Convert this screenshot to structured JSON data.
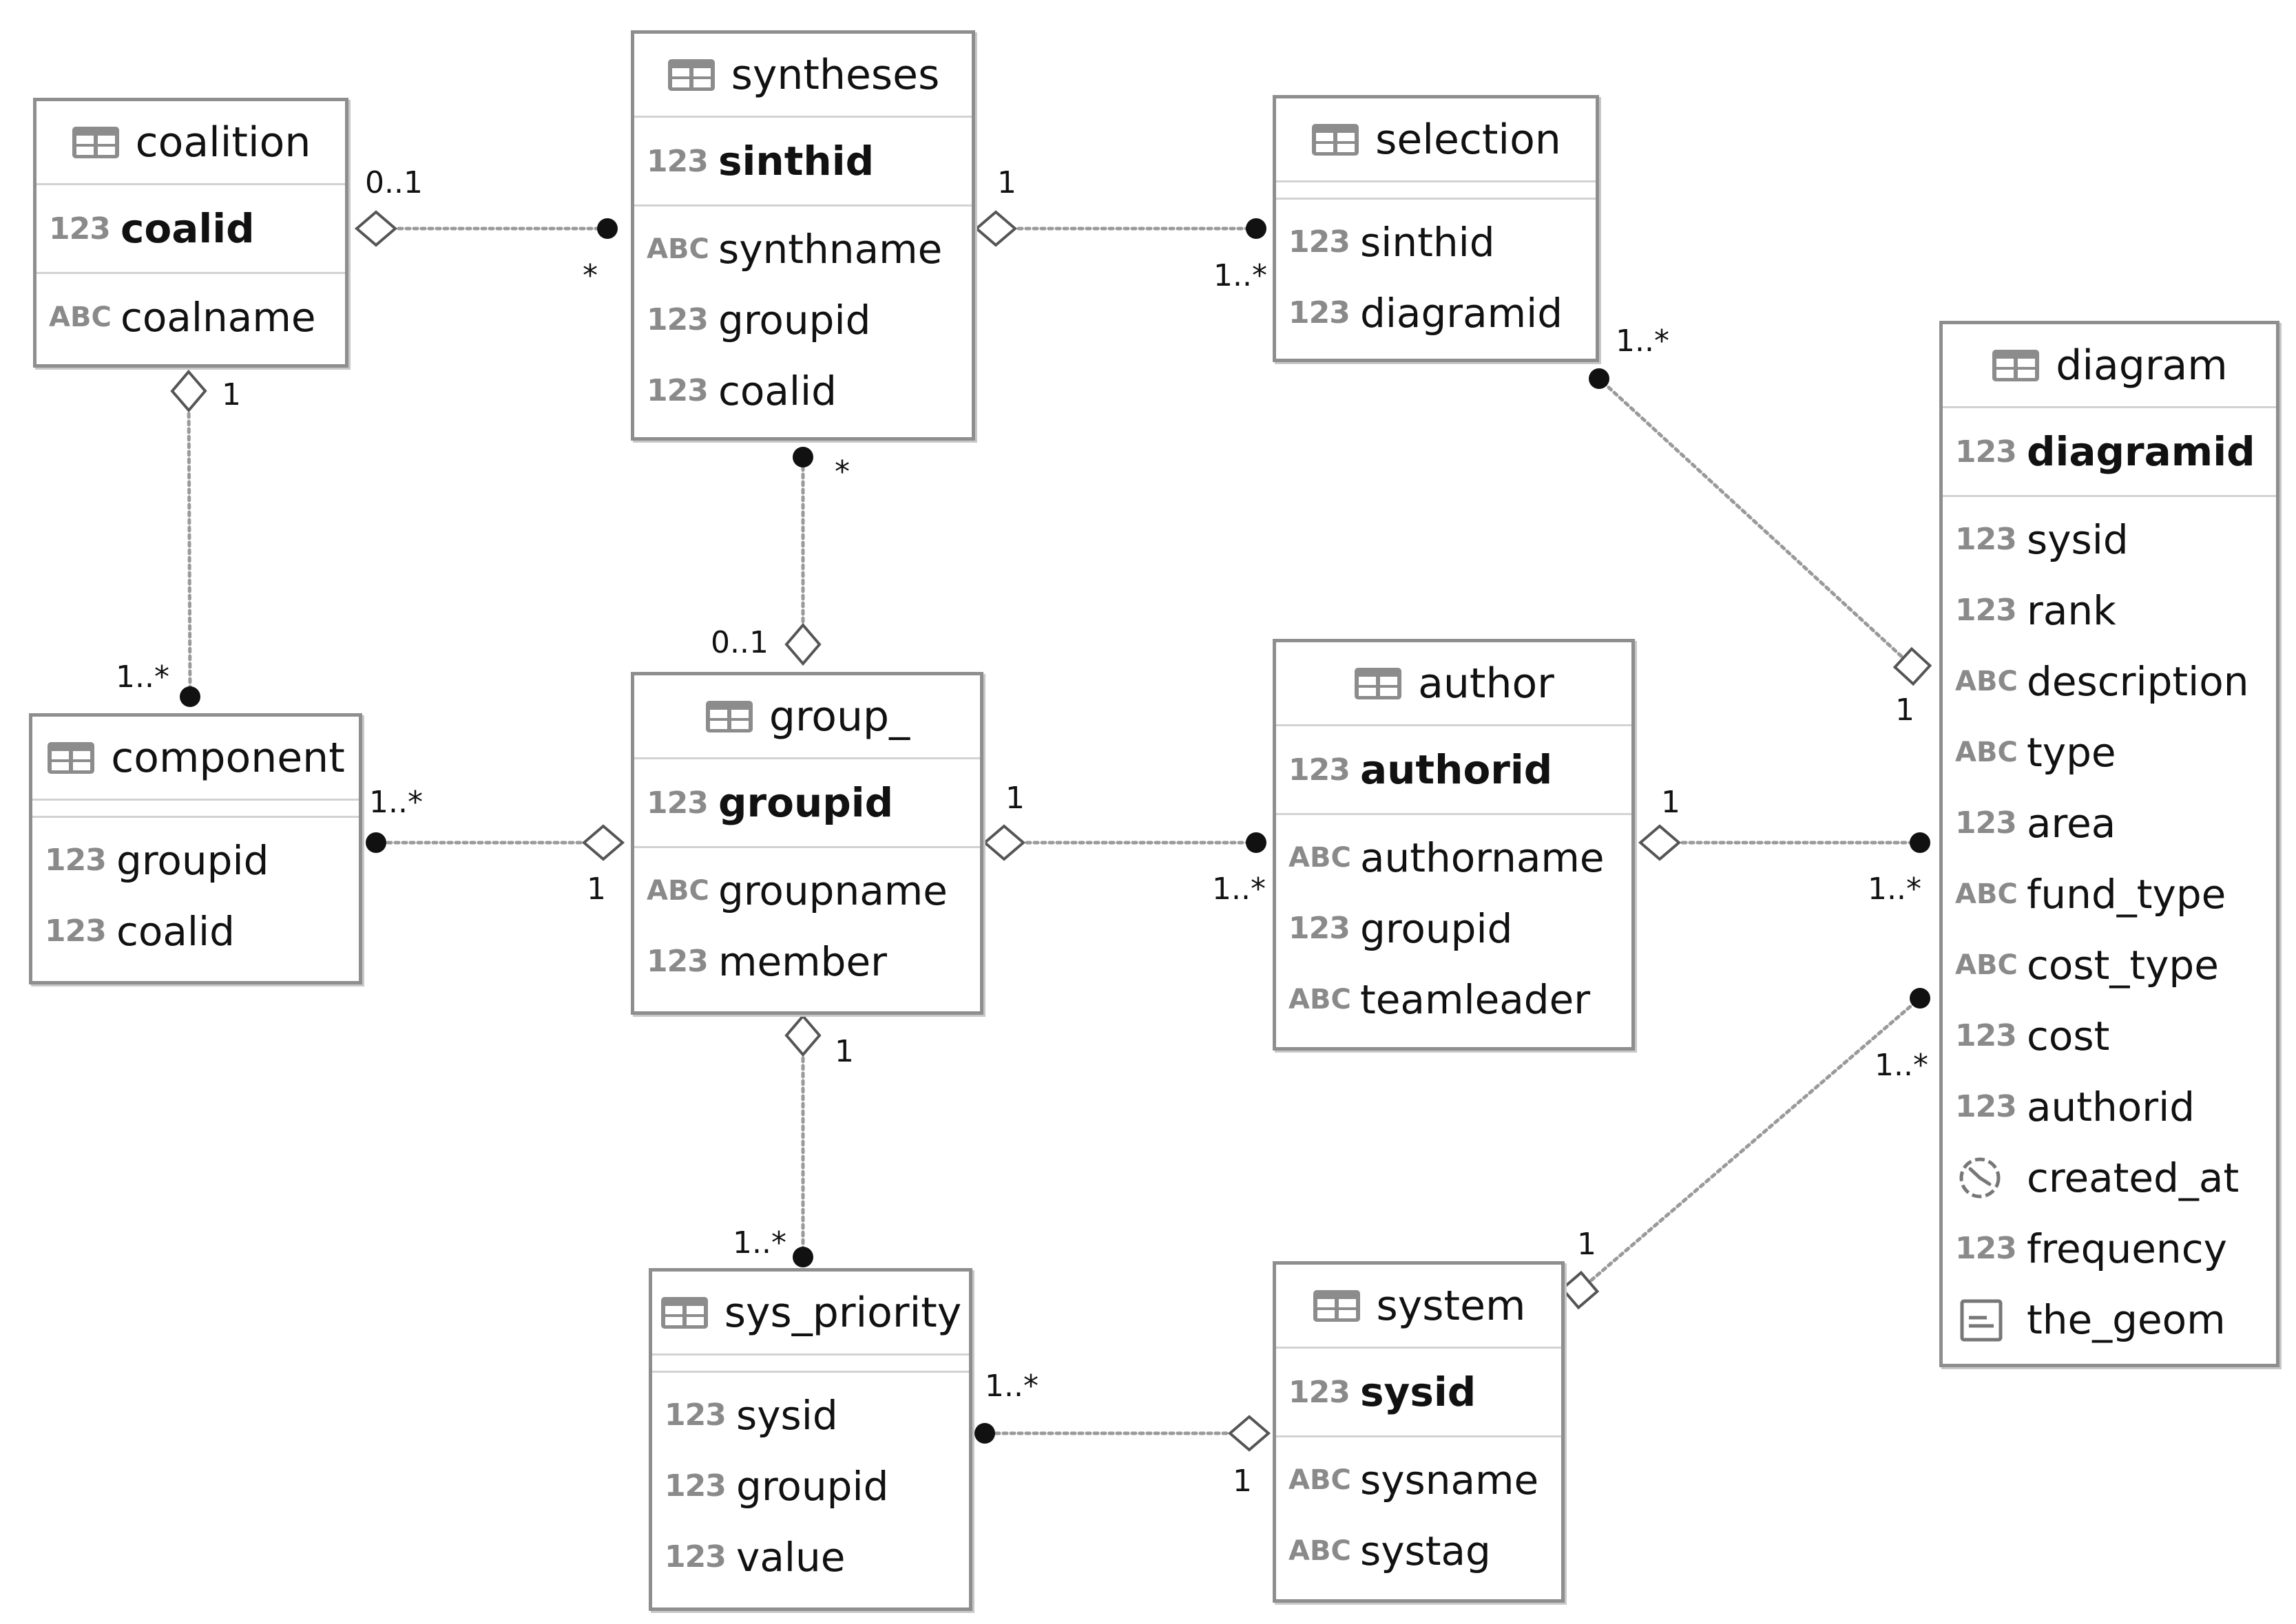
{
  "entities": {
    "coalition": {
      "name": "coalition",
      "pk": [
        {
          "type": "123",
          "name": "coalid"
        }
      ],
      "attrs": [
        {
          "type": "ABC",
          "name": "coalname"
        }
      ]
    },
    "syntheses": {
      "name": "syntheses",
      "pk": [
        {
          "type": "123",
          "name": "sinthid"
        }
      ],
      "attrs": [
        {
          "type": "ABC",
          "name": "synthname"
        },
        {
          "type": "123",
          "name": "groupid"
        },
        {
          "type": "123",
          "name": "coalid"
        }
      ]
    },
    "selection": {
      "name": "selection",
      "pk": [],
      "attrs": [
        {
          "type": "123",
          "name": "sinthid"
        },
        {
          "type": "123",
          "name": "diagramid"
        }
      ]
    },
    "diagram": {
      "name": "diagram",
      "pk": [
        {
          "type": "123",
          "name": "diagramid"
        }
      ],
      "attrs": [
        {
          "type": "123",
          "name": "sysid"
        },
        {
          "type": "123",
          "name": "rank"
        },
        {
          "type": "ABC",
          "name": "description"
        },
        {
          "type": "ABC",
          "name": "type"
        },
        {
          "type": "123",
          "name": "area"
        },
        {
          "type": "ABC",
          "name": "fund_type"
        },
        {
          "type": "ABC",
          "name": "cost_type"
        },
        {
          "type": "123",
          "name": "cost"
        },
        {
          "type": "123",
          "name": "authorid"
        },
        {
          "type": "datetime-icon",
          "name": "created_at"
        },
        {
          "type": "123",
          "name": "frequency"
        },
        {
          "type": "geometry-icon",
          "name": "the_geom"
        }
      ]
    },
    "component": {
      "name": "component",
      "pk": [],
      "attrs": [
        {
          "type": "123",
          "name": "groupid"
        },
        {
          "type": "123",
          "name": "coalid"
        }
      ]
    },
    "group_": {
      "name": "group_",
      "pk": [
        {
          "type": "123",
          "name": "groupid"
        }
      ],
      "attrs": [
        {
          "type": "ABC",
          "name": "groupname"
        },
        {
          "type": "123",
          "name": "member"
        }
      ]
    },
    "author": {
      "name": "author",
      "pk": [
        {
          "type": "123",
          "name": "authorid"
        }
      ],
      "attrs": [
        {
          "type": "ABC",
          "name": "authorname"
        },
        {
          "type": "123",
          "name": "groupid"
        },
        {
          "type": "ABC",
          "name": "teamleader"
        }
      ]
    },
    "sys_priority": {
      "name": "sys_priority",
      "pk": [],
      "attrs": [
        {
          "type": "123",
          "name": "sysid"
        },
        {
          "type": "123",
          "name": "groupid"
        },
        {
          "type": "123",
          "name": "value"
        }
      ]
    },
    "system": {
      "name": "system",
      "pk": [
        {
          "type": "123",
          "name": "sysid"
        }
      ],
      "attrs": [
        {
          "type": "ABC",
          "name": "sysname"
        },
        {
          "type": "ABC",
          "name": "systag"
        }
      ]
    }
  },
  "relationships": [
    {
      "from": "coalition",
      "to": "syntheses",
      "from_mult": "0..1",
      "to_mult": "*"
    },
    {
      "from": "syntheses",
      "to": "selection",
      "from_mult": "1",
      "to_mult": "1..*"
    },
    {
      "from": "diagram",
      "to": "selection",
      "from_mult": "1",
      "to_mult": "1..*"
    },
    {
      "from": "coalition",
      "to": "component",
      "from_mult": "1",
      "to_mult": "1..*"
    },
    {
      "from": "group_",
      "to": "syntheses",
      "from_mult": "0..1",
      "to_mult": "*"
    },
    {
      "from": "group_",
      "to": "component",
      "from_mult": "1",
      "to_mult": "1..*"
    },
    {
      "from": "group_",
      "to": "author",
      "from_mult": "1",
      "to_mult": "1..*"
    },
    {
      "from": "author",
      "to": "diagram",
      "from_mult": "1",
      "to_mult": "1..*"
    },
    {
      "from": "group_",
      "to": "sys_priority",
      "from_mult": "1",
      "to_mult": "1..*"
    },
    {
      "from": "system",
      "to": "sys_priority",
      "from_mult": "1",
      "to_mult": "1..*"
    },
    {
      "from": "system",
      "to": "diagram",
      "from_mult": "1",
      "to_mult": "1..*"
    }
  ]
}
